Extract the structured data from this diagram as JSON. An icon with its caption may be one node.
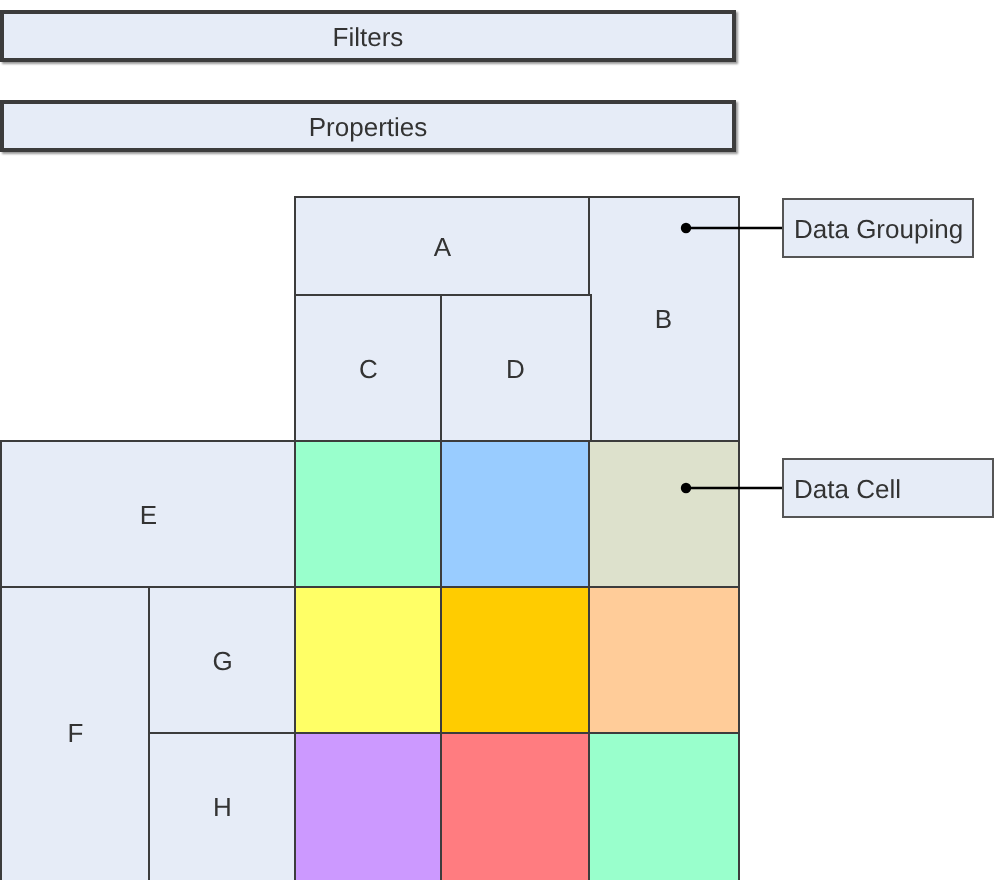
{
  "diagram": {
    "nodes": [
      {
        "text": [
          "Filters"
        ]
      },
      {
        "text": [
          "Properties"
        ]
      },
      {
        "text": [
          "A"
        ]
      },
      {
        "text": [
          "B"
        ]
      },
      {
        "text": [
          "Data Grouping"
        ]
      },
      {
        "text": [
          "C"
        ]
      },
      {
        "text": [
          "D"
        ]
      },
      {
        "text": [
          "E"
        ]
      },
      {
        "text": [],
        "shape": "box"
      },
      {
        "text": [],
        "shape": "box"
      },
      {
        "text": [],
        "shape": "box"
      },
      {
        "text": [
          "Data Cell"
        ]
      },
      {
        "text": [
          "F"
        ]
      },
      {
        "text": [
          "G"
        ]
      },
      {
        "text": [],
        "shape": "box"
      },
      {
        "text": [],
        "shape": "box"
      },
      {
        "text": [],
        "shape": "box"
      },
      {
        "text": [
          "H"
        ]
      },
      {
        "text": [],
        "shape": "box"
      },
      {
        "text": [],
        "shape": "box"
      },
      {
        "text": [],
        "shape": "box"
      }
    ],
    "edges": [
      {
        "from": 4,
        "to": 3,
        "arrow": "other"
      },
      {
        "from": 11,
        "to": 10,
        "arrow": "other"
      }
    ]
  }
}
